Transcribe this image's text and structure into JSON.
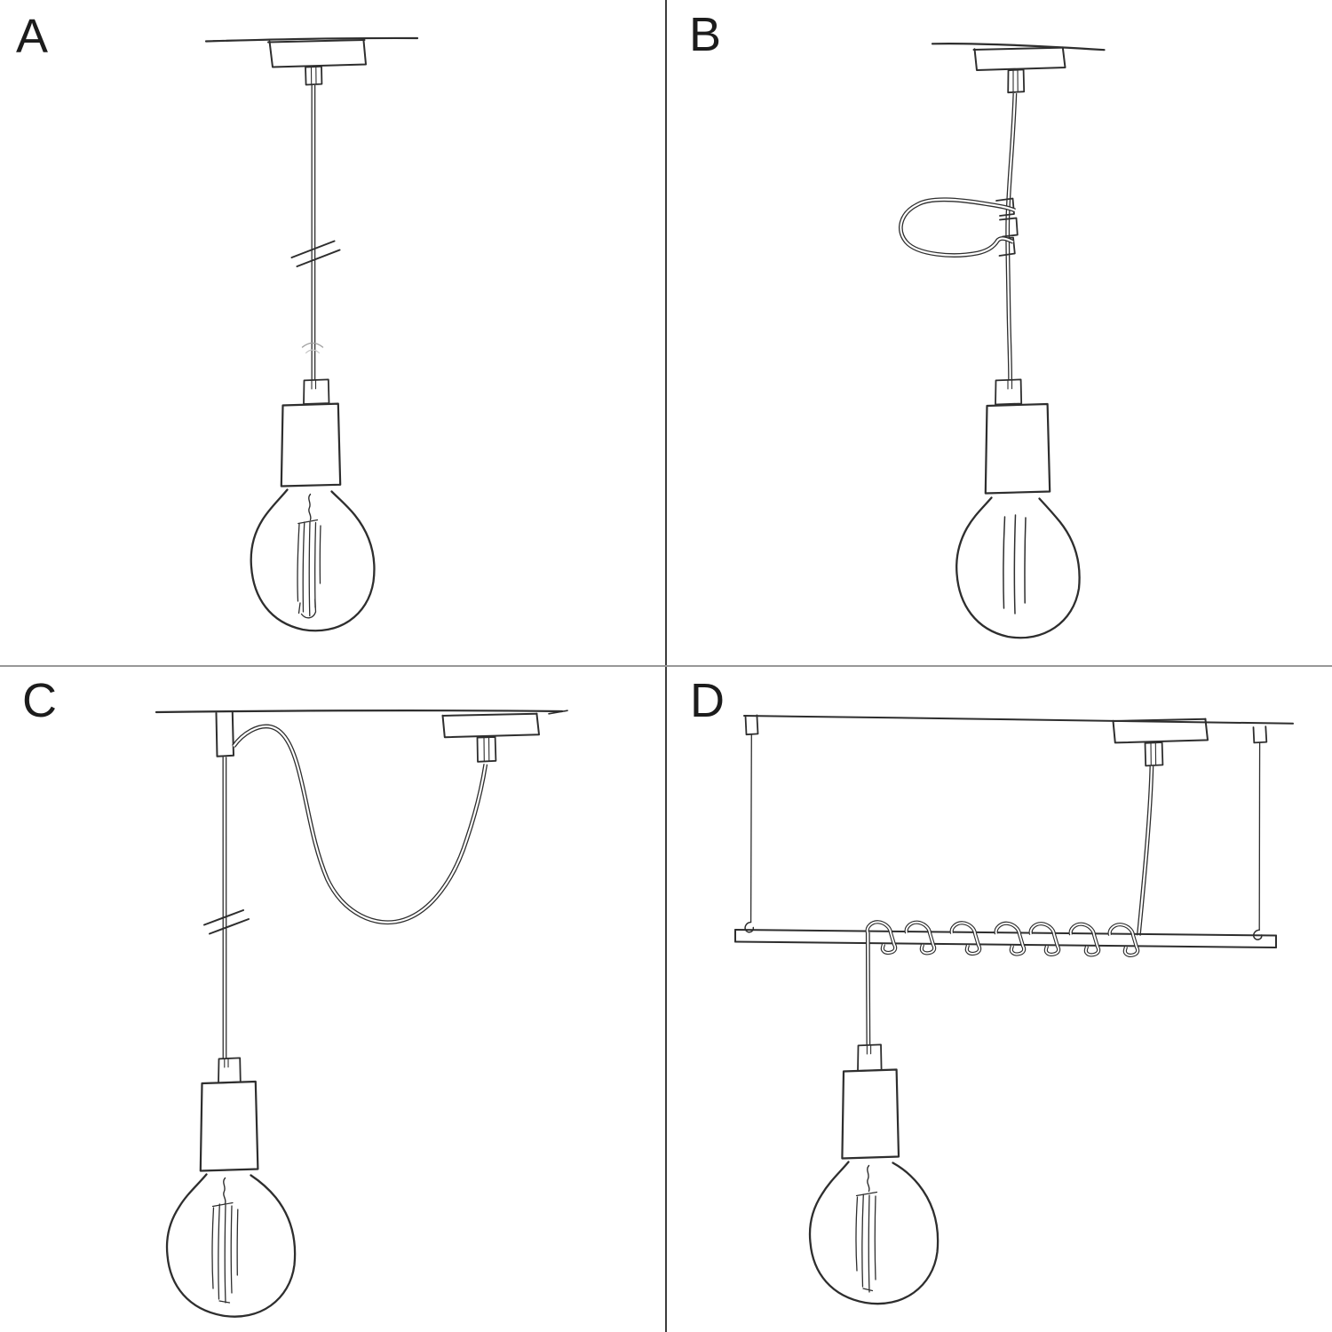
{
  "figure": {
    "background": "#ffffff",
    "ink": "#2e2e2e",
    "faint_ink": "#9d9d9d",
    "divider_vertical": "#3c3c3c",
    "divider_horizontal": "#979797"
  },
  "panels": [
    {
      "label": "A",
      "name": "pendant-straight-cable"
    },
    {
      "label": "B",
      "name": "pendant-cable-loop-clip"
    },
    {
      "label": "C",
      "name": "pendant-swag-to-hook"
    },
    {
      "label": "D",
      "name": "pendant-cable-wrapped-on-bar"
    }
  ]
}
